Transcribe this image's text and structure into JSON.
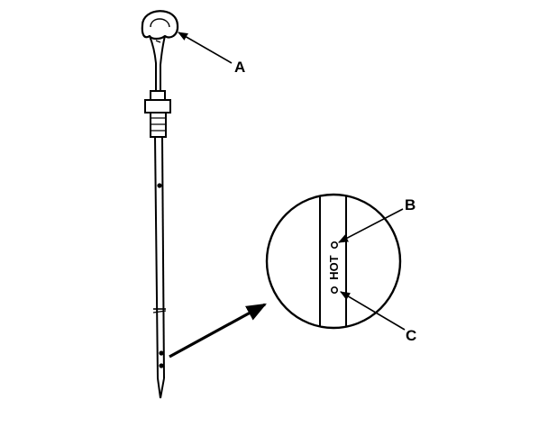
{
  "callouts": {
    "a": "A",
    "b": "B",
    "c": "C"
  },
  "dipstick_mark": "HOT",
  "colors": {
    "ink": "#000000",
    "paper": "#ffffff"
  }
}
